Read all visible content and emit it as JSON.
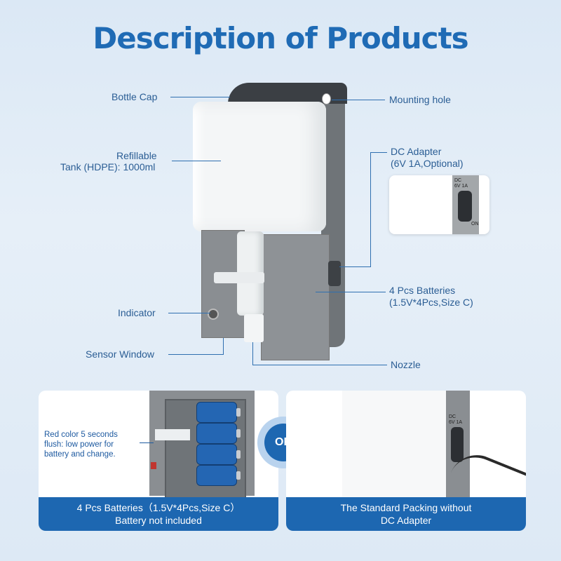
{
  "title": "Description of Products",
  "labels": {
    "bottle_cap": "Bottle Cap",
    "refillable_1": "Refillable",
    "refillable_2": "Tank (HDPE): 1000ml",
    "indicator": "Indicator",
    "sensor_window": "Sensor Window",
    "mounting_hole": "Mounting hole",
    "dc_adapter_1": "DC Adapter",
    "dc_adapter_2": "(6V 1A,Optional)",
    "batteries_1": "4 Pcs Batteries",
    "batteries_2": "(1.5V*4Pcs,Size C)",
    "nozzle": "Nozzle"
  },
  "dc_inset": {
    "top": "DC",
    "rating": "6V 1A",
    "on": "ON"
  },
  "card_left": {
    "note_1": "Red color 5 seconds",
    "note_2": "flush: low power for",
    "note_3": "battery and change.",
    "caption_1": "4 Pcs Batteries（1.5V*4Pcs,Size C）",
    "caption_2": "Battery not included"
  },
  "or_label": "OR",
  "card_right": {
    "caption_1": "The Standard Packing without",
    "caption_2": "DC Adapter"
  },
  "colors": {
    "accent": "#1d67b1",
    "title": "#1f6bb5",
    "label": "#2a5d94"
  }
}
